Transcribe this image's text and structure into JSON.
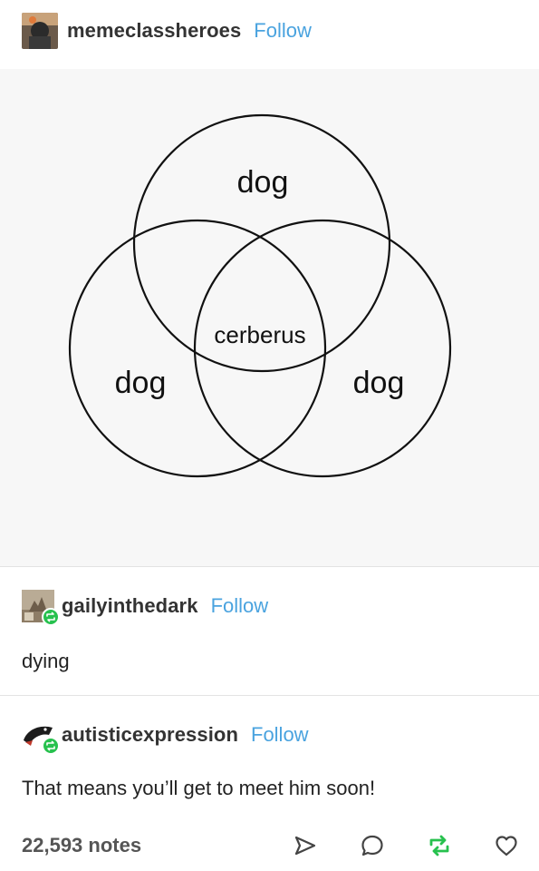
{
  "post": {
    "author": "memeclassheroes",
    "follow_label": "Follow"
  },
  "venn": {
    "top_label": "dog",
    "left_label": "dog",
    "right_label": "dog",
    "center_label": "cerberus"
  },
  "reblogs": [
    {
      "author": "gailyinthedark",
      "follow_label": "Follow",
      "text": "dying"
    },
    {
      "author": "autisticexpression",
      "follow_label": "Follow",
      "text": "That means you’ll get to meet him soon!"
    }
  ],
  "footer": {
    "notes": "22,593 notes",
    "icons": [
      "share-icon",
      "reply-icon",
      "reblog-icon",
      "like-icon"
    ]
  },
  "colors": {
    "follow": "#4aa3df",
    "reblog_green": "#27c14e",
    "image_bg": "#f7f7f7"
  }
}
